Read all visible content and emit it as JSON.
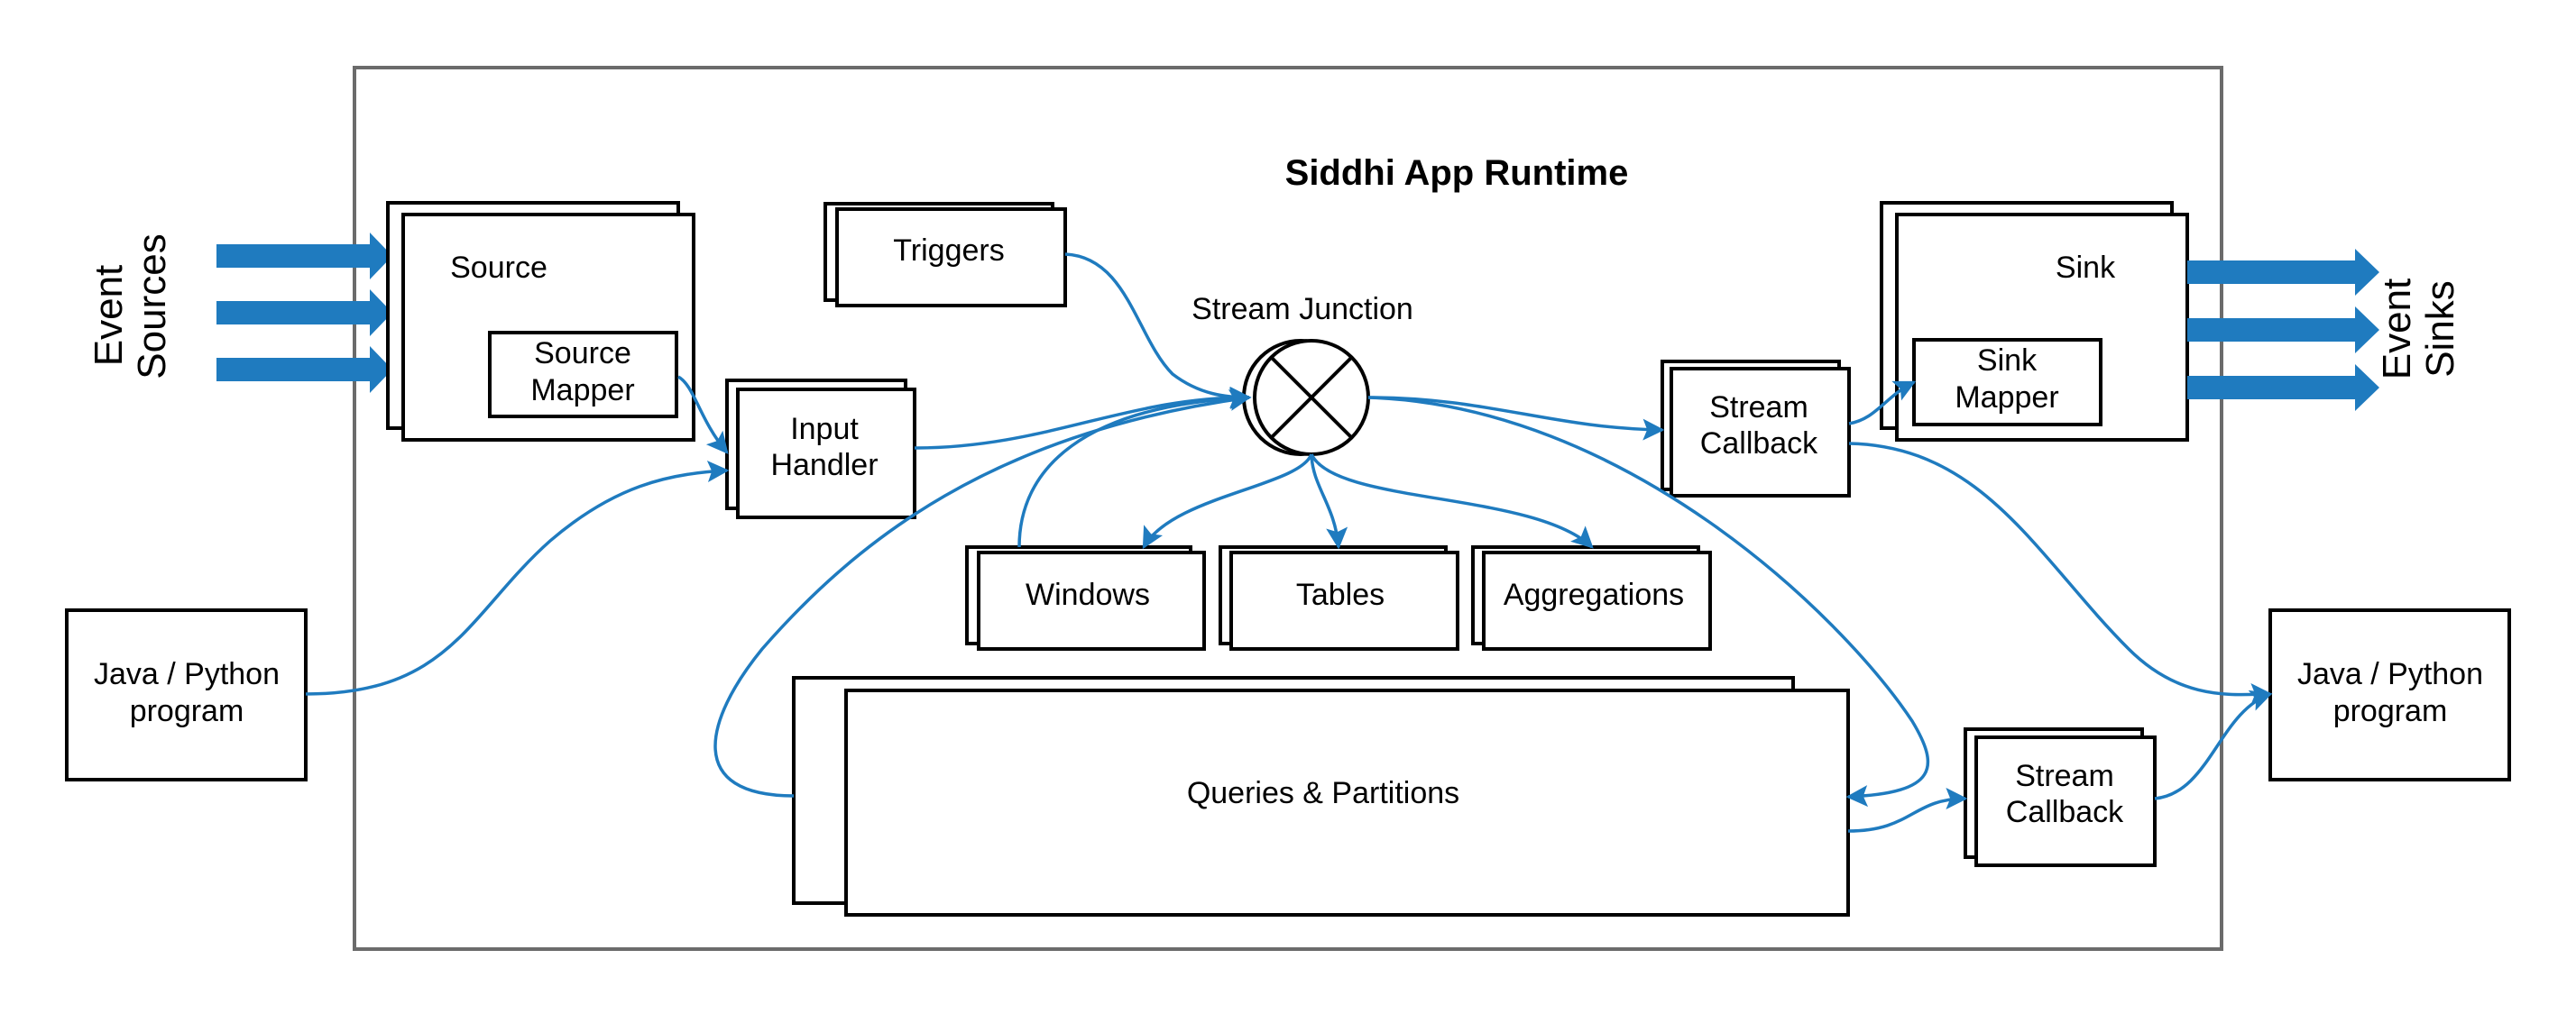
{
  "title": "Siddhi App Runtime",
  "event_sources_label": [
    "Event",
    "Sources"
  ],
  "event_sinks_label": [
    "Event",
    "Sinks"
  ],
  "source": "Source",
  "source_mapper": [
    "Source",
    "Mapper"
  ],
  "input_handler": [
    "Input",
    "Handler"
  ],
  "triggers": "Triggers",
  "stream_junction": "Stream Junction",
  "windows": "Windows",
  "tables": "Tables",
  "aggregations": "Aggregations",
  "queries_partitions": "Queries & Partitions",
  "stream_callback_top": [
    "Stream",
    "Callback"
  ],
  "stream_callback_bottom": [
    "Stream",
    "Callback"
  ],
  "sink": "Sink",
  "sink_mapper": [
    "Sink",
    "Mapper"
  ],
  "java_program_left": [
    "Java / Python",
    "program"
  ],
  "java_program_right": [
    "Java / Python",
    "program"
  ],
  "colors": {
    "flow": "#1f7bbf",
    "frame": "#6b6b6b",
    "box_stroke": "#000000"
  }
}
